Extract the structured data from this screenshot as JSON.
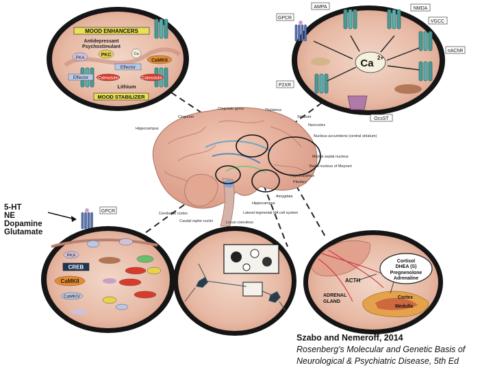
{
  "top_left": {
    "mood_enhancers": "MOOD ENHANCERS",
    "antidepressant": "Antidepressant",
    "psychostimulant": "Psychostimulant",
    "pka": "PKA",
    "pkc": "PKC",
    "ca": "Ca",
    "camkii": "CaMKII",
    "effector_mid": "Effector",
    "effector_left": "Effector",
    "calmodulin_left": "Calmodulin",
    "calmodulin_right": "Calmodulin",
    "lithium": "Lithium",
    "mood_stabilizer": "MOOD STABILIZER"
  },
  "top_right": {
    "ampa": "AMPA",
    "nmda": "NMDA",
    "gpcr": "GPCR",
    "vgcc": "VGCC",
    "nachr": "nAChR",
    "p2xr": "P2XR",
    "ca_center": "Ca",
    "ca_sup": "2+",
    "ocs": "OcsST"
  },
  "brain_labels": {
    "cingulate": "Cingulate gyrus",
    "cingulum": "Cingulum",
    "thalamus": "Thalamus",
    "striatum": "Striatum",
    "neocortex": "Neocortex",
    "hippocampus_upper": "Hippocampus",
    "nucleus_accumbens": "Nucleus accumbens (ventral striatum)",
    "medial_septal": "Medial septal nucleus",
    "basal_nucleus": "Basal nucleus of Meynert",
    "hypothalamus": "Hypothalamus",
    "pituitary": "Pituitary",
    "amygdala": "Amygdala",
    "hippocampus": "Hippocampus",
    "cerebellar_cortex": "Cerebellar cortex",
    "raphe": "Caudal raphe nuclei",
    "locus": "Locus coeruleus",
    "lateral_tegmental": "Lateral tegmental NA cell system"
  },
  "transmitters": {
    "ht": "5-HT",
    "ne": "NE",
    "dopamine": "Dopamine",
    "glutamate": "Glutamate",
    "gpcr": "GPCR"
  },
  "bottom_left": {
    "pka": "PKA",
    "creb": "CREB",
    "camkii": "CaMKII",
    "camkiv": "CaMKIV"
  },
  "bottom_right": {
    "cortisol": "Cortisol",
    "dhea": "DHEA (S)",
    "pregnenolone": "Pregnenolone",
    "adrenaline": "Adrenaline",
    "acth": "ACTH",
    "adrenal": "ADRENAL",
    "gland": "GLAND",
    "cortex": "Cortex",
    "medulla": "Medulla"
  },
  "citation": {
    "authors": "Szabo and Nemeroff, 2014",
    "book": "Rosenberg's Molecular and Genetic Basis of",
    "book2": "Neurological & Psychiatric Disease, 5th Ed"
  }
}
